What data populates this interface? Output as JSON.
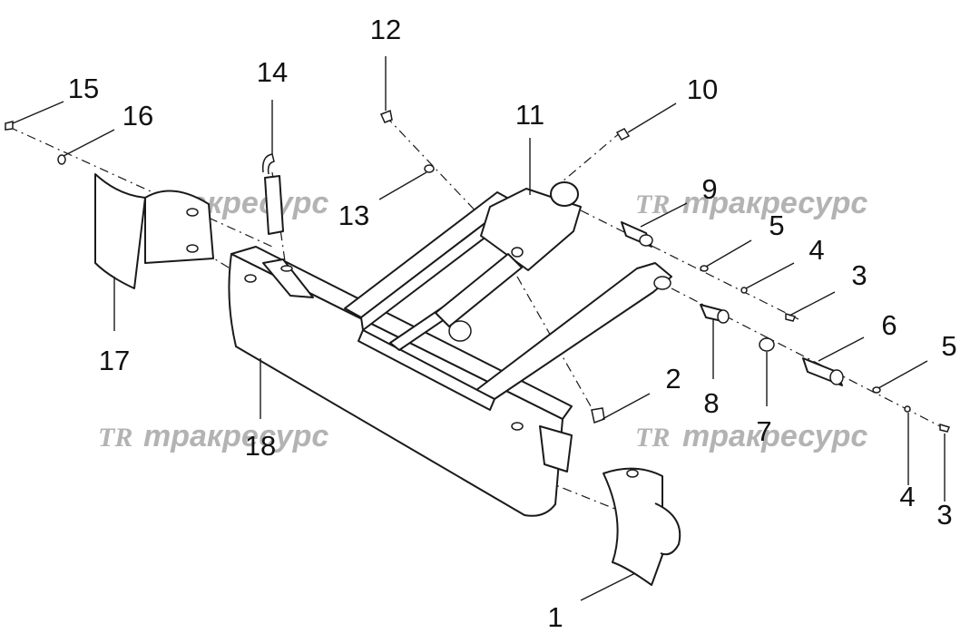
{
  "watermark": {
    "logo": "TR",
    "text": "тракресурс"
  },
  "callouts": {
    "c1": "1",
    "c2": "2",
    "c3a": "3",
    "c3b": "3",
    "c4a": "4",
    "c4b": "4",
    "c5a": "5",
    "c5b": "5",
    "c6": "6",
    "c7": "7",
    "c8": "8",
    "c9": "9",
    "c10": "10",
    "c11": "11",
    "c12": "12",
    "c13": "13",
    "c14": "14",
    "c15": "15",
    "c16": "16",
    "c17": "17",
    "c18": "18"
  }
}
